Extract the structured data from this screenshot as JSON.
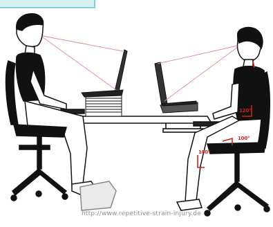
{
  "image": {
    "angle_labels": {
      "elbow": "120°",
      "hip": "100°",
      "knee": "100°"
    },
    "watermark": "http://www.repetitive-strain-injury.de"
  },
  "colors": {
    "sightline": "#e48a8a",
    "angle_marker": "#d21f1f",
    "accent_tab": "#7fd1d7"
  }
}
